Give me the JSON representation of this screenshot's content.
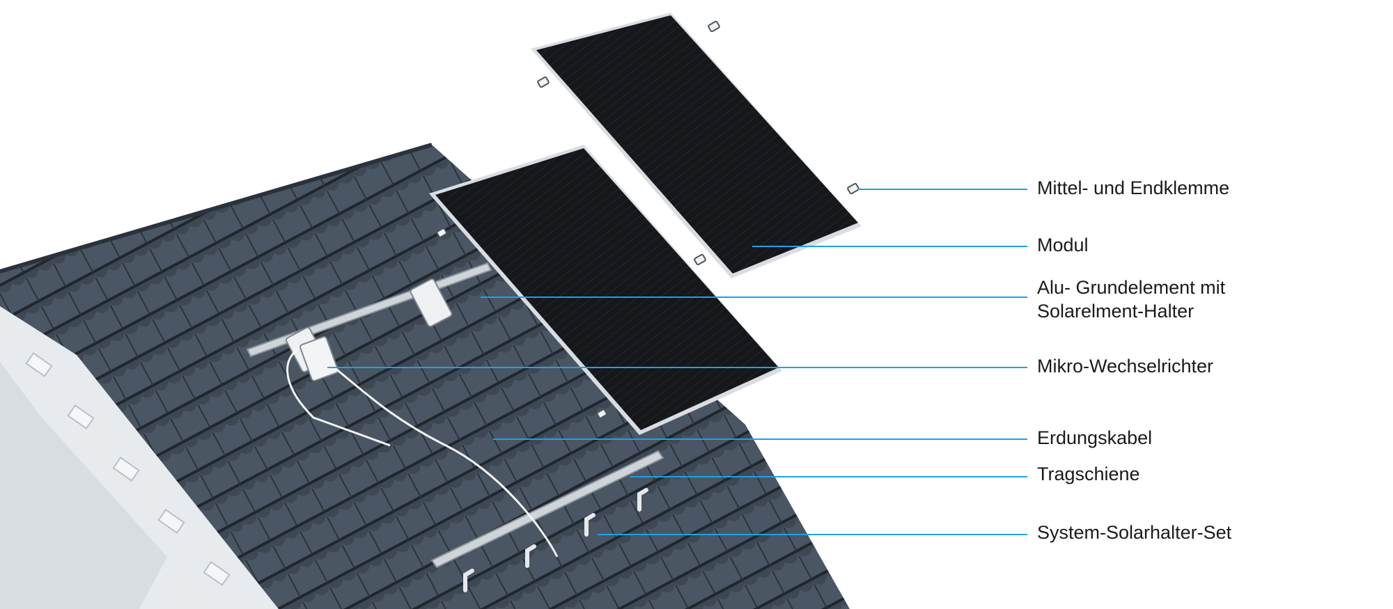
{
  "callouts": [
    {
      "id": "clamps",
      "label": "Mittel- und Endklemme"
    },
    {
      "id": "module",
      "label": "Modul"
    },
    {
      "id": "alu-base",
      "label_lines": [
        "Alu- Grundelement mit",
        "Solarelment-Halter"
      ]
    },
    {
      "id": "micro-inverter",
      "label": "Mikro-Wechselrichter"
    },
    {
      "id": "ground-cable",
      "label": "Erdungskabel"
    },
    {
      "id": "support-rail",
      "label": "Tragschiene"
    },
    {
      "id": "roof-hook-set",
      "label": "System-Solarhalter-Set"
    }
  ],
  "colors": {
    "callout_line": "#1aa3e8",
    "roof_tile": "#3d4854",
    "roof_tile_dark": "#2a333d",
    "panel": "#15171a",
    "panel_frame": "#d9dde2",
    "gable_wall": "#e8ebee",
    "rail": "#cfd4d9"
  }
}
